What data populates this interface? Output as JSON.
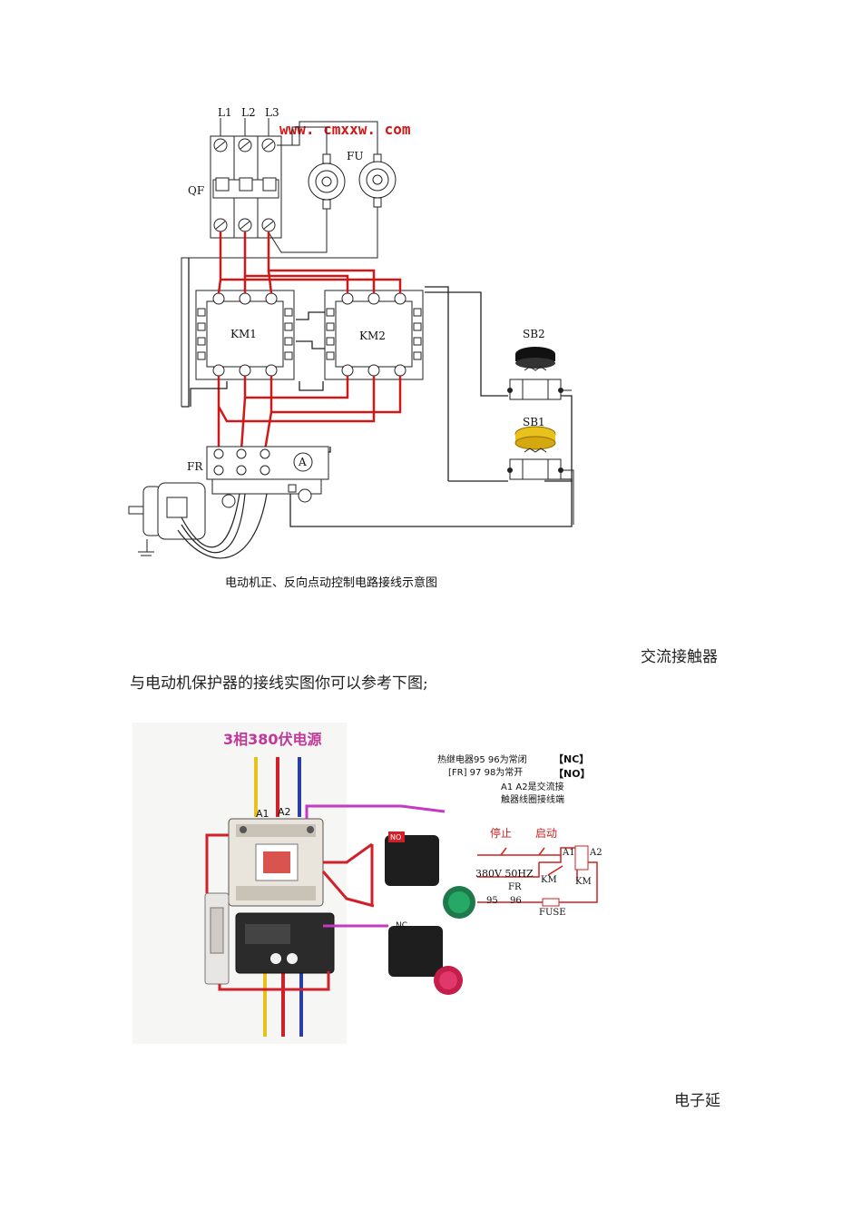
{
  "figure1": {
    "watermark": "www. cmxxw. com",
    "phases": [
      "L1",
      "L2",
      "L3"
    ],
    "breaker_label": "QF",
    "fuse_label": "FU",
    "contactor1_label": "KM1",
    "contactor2_label": "KM2",
    "button_stop_label": "SB2",
    "button_start_label": "SB1",
    "relay_label": "FR",
    "ammeter_symbol": "A",
    "caption": "电动机正、反向点动控制电路接线示意图"
  },
  "text": {
    "line1_right": "交流接触器",
    "line2": "与电动机保护器的接线实图你可以参考下图;",
    "line3_right": "电子延"
  },
  "figure2": {
    "title": "3相380伏电源",
    "note_line1": "热继电器95 96为常闭",
    "note_tag_nc": "【NC】",
    "note_line2": "[FR]  97 98为常开",
    "note_tag_no": "【NO】",
    "note_line3": "A1  A2是交流接",
    "note_line4": "触器线圈接线端",
    "stop_label": "停止",
    "start_label": "启动",
    "voltage_label": "380V 50HZ",
    "fr_label": "FR",
    "relay_terminals": "95",
    "relay_terminals2": "96",
    "km_label_1": "KM",
    "km_label_2": "KM",
    "fuse_label": "FUSE",
    "a1_label": "A1",
    "a2_label": "A2",
    "nc_tag": "NC",
    "no_tag": "NO",
    "photo_a1": "A1",
    "photo_a2": "A2",
    "colors": {
      "title": "#c0369a",
      "wire_red": "#d0202a",
      "wire_yellow": "#e8c21a",
      "wire_blue": "#2a3ea8",
      "wire_magenta": "#c43ac0",
      "diagram_red": "#d02020"
    }
  }
}
